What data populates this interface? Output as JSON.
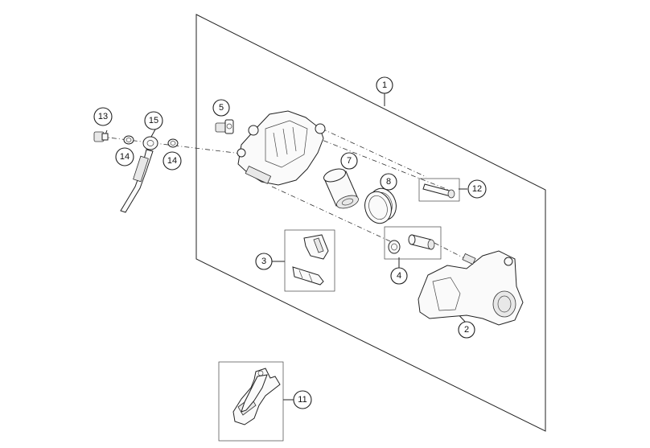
{
  "diagram": {
    "callouts": {
      "c1": "1",
      "c2": "2",
      "c3": "3",
      "c4": "4",
      "c5": "5",
      "c7": "7",
      "c8": "8",
      "c11": "11",
      "c12": "12",
      "c13": "13",
      "c14a": "14",
      "c14b": "14",
      "c15": "15"
    }
  }
}
